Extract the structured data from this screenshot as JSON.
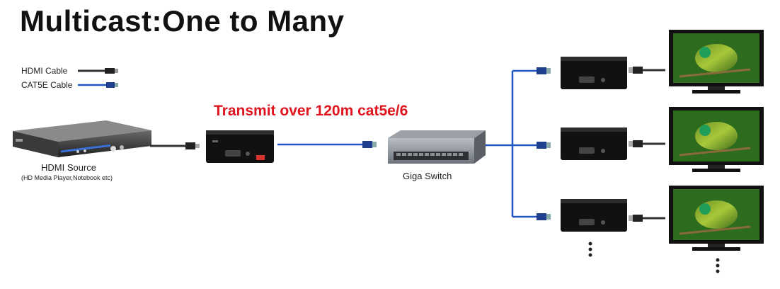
{
  "title": "Multicast:One to Many",
  "legend": {
    "hdmi_label": "HDMI Cable",
    "cat5e_label": "CAT5E Cable"
  },
  "transmit_label": "Transmit over 120m cat5e/6",
  "source": {
    "label": "HDMI Source",
    "sublabel": "(HD Media Player,Notebook etc)"
  },
  "switch": {
    "label": "Giga Switch"
  },
  "colors": {
    "cat5e": "#2255c4",
    "hdmi": "#333333",
    "accent": "#e0141e"
  },
  "receivers": [
    {
      "index": 1
    },
    {
      "index": 2
    },
    {
      "index": 3
    }
  ],
  "continuation_indicators": [
    "receivers-more",
    "displays-more"
  ]
}
